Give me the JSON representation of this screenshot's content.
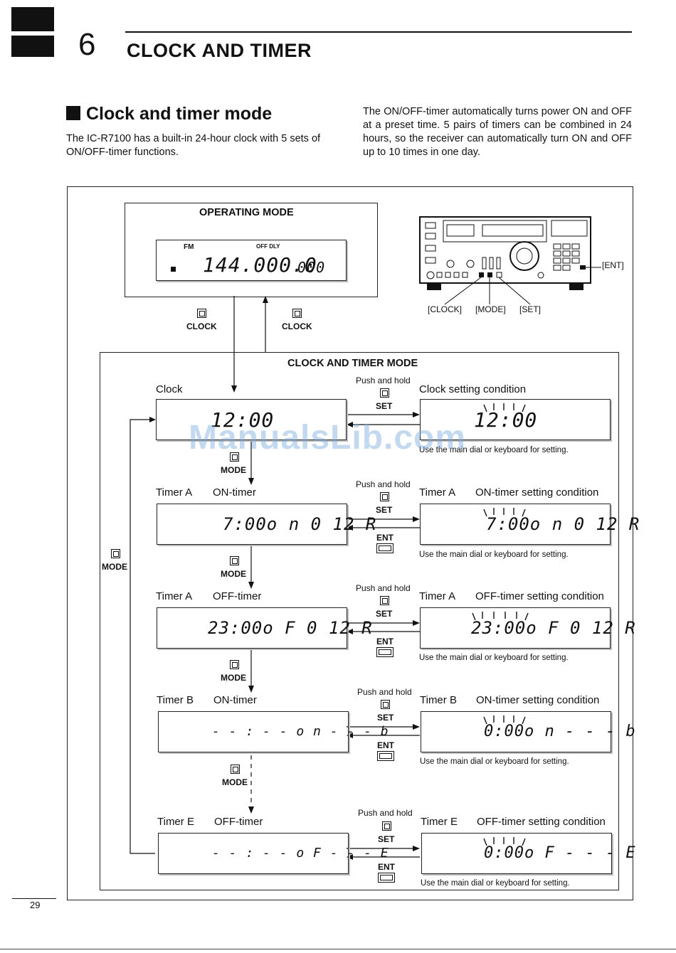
{
  "chapter": {
    "number": "6",
    "title": "CLOCK AND TIMER"
  },
  "section": {
    "title": "Clock and timer mode",
    "intro_left": "The IC-R7100 has a built-in 24-hour clock with 5 sets of ON/OFF-timer functions.",
    "intro_right": "The ON/OFF-timer automatically turns power ON and OFF at a preset time.  5 pairs of timers can be combined in 24 hours, so the receiver can automatically turn ON and OFF up to 10 times in one day."
  },
  "operating_mode": {
    "title": "OPERATING MODE",
    "lcd_fm": "FM",
    "lcd_indicators": "OFF DLY",
    "lcd_freq": "144.000.0",
    "lcd_freq_small": "000"
  },
  "radio": {
    "ent_label": "[ENT]",
    "clock_label": "[CLOCK]",
    "mode_label": "[MODE]",
    "set_label": "[SET]"
  },
  "transitions": {
    "clock_down": "CLOCK",
    "clock_up": "CLOCK",
    "mode": "MODE",
    "set": "SET",
    "ent": "ENT",
    "push_hold": "Push and hold"
  },
  "timer_mode_title": "CLOCK AND TIMER MODE",
  "rows": [
    {
      "left_label": "Clock",
      "left_sub": "",
      "right_label": "Clock setting condition",
      "right_sub": "",
      "lcd_left": "12:00",
      "lcd_right": "12:00",
      "note": "Use the main dial or keyboard for setting."
    },
    {
      "left_label": "Timer A",
      "left_sub": "ON-timer",
      "right_label": "Timer A",
      "right_sub": "ON-timer setting condition",
      "lcd_left": "7:00o n 0 12 R",
      "lcd_right": "7:00o n 0 12 R",
      "note": "Use the main dial or keyboard for setting."
    },
    {
      "left_label": "Timer A",
      "left_sub": "OFF-timer",
      "right_label": "Timer A",
      "right_sub": "OFF-timer setting condition",
      "lcd_left": "23:00o F 0 12 R",
      "lcd_right": "23:00o F 0 12 R",
      "note": "Use the main dial or keyboard for setting."
    },
    {
      "left_label": "Timer B",
      "left_sub": "ON-timer",
      "right_label": "Timer B",
      "right_sub": "ON-timer setting condition",
      "lcd_left": "- - : - - o n - - - b",
      "lcd_right": "0:00o n - - - b",
      "note": "Use the main dial or keyboard for setting."
    },
    {
      "left_label": "Timer E",
      "left_sub": "OFF-timer",
      "right_label": "Timer E",
      "right_sub": "OFF-timer setting condition",
      "lcd_left": "- - : - - o F - - - E",
      "lcd_right": "0:00o F - - - E",
      "note": "Use the main dial or keyboard for setting."
    }
  ],
  "watermark": "ManualsLib.com",
  "page_number": "29"
}
